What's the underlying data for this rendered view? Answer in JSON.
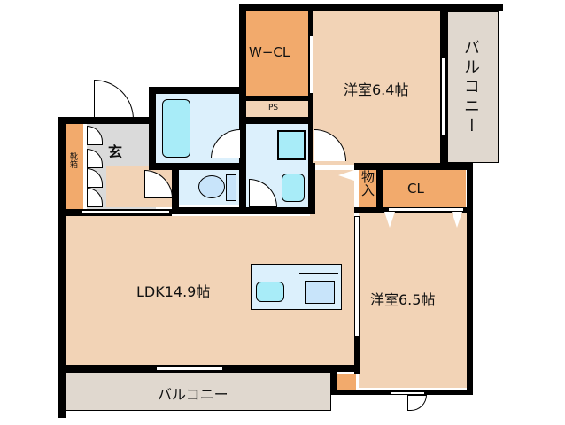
{
  "floorplan": {
    "colors": {
      "room": "#f2d3b6",
      "closet": "#f2aa6c",
      "balcony": "#e0d8cf",
      "wet_area": "#dcf0fc",
      "fixture": "#a8ecf8",
      "entrance": "#dadada",
      "wall": "#000000"
    },
    "rooms": {
      "wcl": "W−CL",
      "western6_4": "洋室6.4帖",
      "balcony_right": "バルコニー",
      "ps": "PS",
      "genkan": "玄",
      "shoebox": "靴箱",
      "storage": "物入",
      "cl": "CL",
      "ldk": "LDK14.9帖",
      "western6_5": "洋室6.5帖",
      "balcony_bottom": "バルコニー"
    }
  }
}
